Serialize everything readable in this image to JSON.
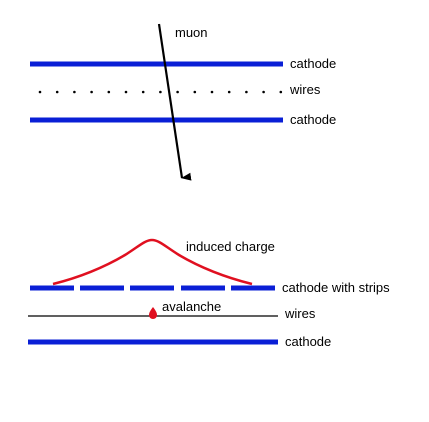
{
  "colors": {
    "cathode": "#0a1fd6",
    "induced_charge": "#e01020",
    "avalanche": "#e01020",
    "muon_track": "#000000",
    "wire": "#000000",
    "background": "#ffffff"
  },
  "top_panel": {
    "muon_label": "muon",
    "cathode_upper_label": "cathode",
    "wires_label": "wires",
    "cathode_lower_label": "cathode"
  },
  "bottom_panel": {
    "induced_charge_label": "induced charge",
    "cathode_strips_label": "cathode with strips",
    "avalanche_label": "avalanche",
    "wires_label": "wires",
    "cathode_label": "cathode"
  }
}
